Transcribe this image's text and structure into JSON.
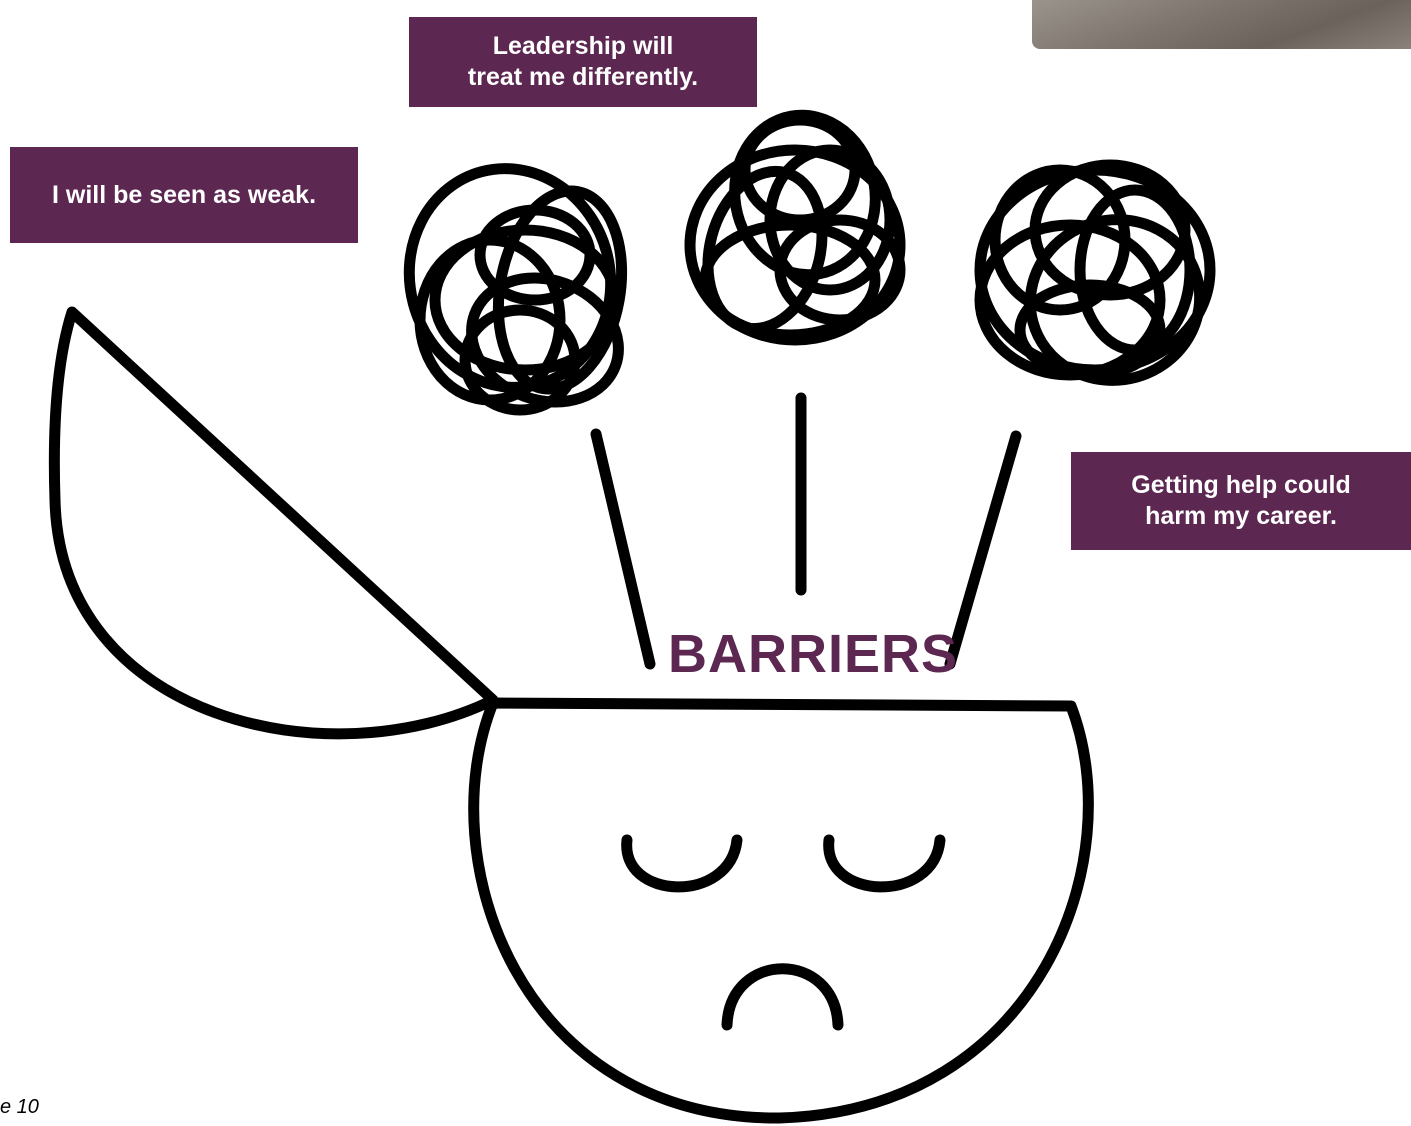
{
  "diagram": {
    "central_label": "BARRIERS",
    "callouts": {
      "weak": "I will be seen as weak.",
      "leadership_line1": "Leadership will",
      "leadership_line2": "treat me differently.",
      "career_line1": "Getting help could",
      "career_line2": "harm my career."
    },
    "page_label": "e 10",
    "colors": {
      "callout_background": "#5c2751",
      "callout_text": "#ffffff",
      "label_text": "#5c2751",
      "line_art": "#000000"
    },
    "icons": [
      "open-head-icon",
      "tangled-thought-icon",
      "closed-eye-icon",
      "frown-icon"
    ]
  }
}
